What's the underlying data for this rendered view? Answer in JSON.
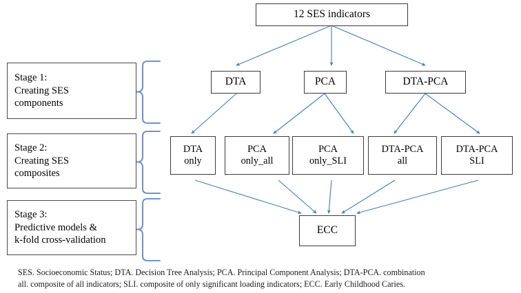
{
  "diagram": {
    "title_box": {
      "label": "12 SES indicators"
    },
    "stages": [
      {
        "id": "stage-1",
        "label": "Stage 1:\nCreating SES\ncomponents"
      },
      {
        "id": "stage-2",
        "label": "Stage 2:\nCreating SES\ncomposites"
      },
      {
        "id": "stage-3",
        "label": "Stage 3:\nPredictive models &\nk-fold cross-validation"
      }
    ],
    "row1": [
      {
        "id": "dta",
        "label": "DTA"
      },
      {
        "id": "pca",
        "label": "PCA"
      },
      {
        "id": "dta-pca",
        "label": "DTA-PCA"
      }
    ],
    "row2": [
      {
        "id": "dta-only",
        "label": "DTA\nonly"
      },
      {
        "id": "pca-only-all",
        "label": "PCA\nonly_all"
      },
      {
        "id": "pca-only-sli",
        "label": "PCA\nonly_SLI"
      },
      {
        "id": "dta-pca-all",
        "label": "DTA-PCA\nall"
      },
      {
        "id": "dta-pca-sli",
        "label": "DTA-PCA\nSLI"
      }
    ],
    "row3": [
      {
        "id": "ecc",
        "label": "ECC"
      }
    ],
    "footnote": "SES. Socioeconomic Status; DTA. Decision Tree Analysis; PCA. Principal Component Analysis; DTA-PCA. combination\nall. composite of all indicators; SLI. composite of only significant loading indicators; ECC. Early Childhood Caries.",
    "colors": {
      "arrow": "#4a7ebb",
      "brace": "#6f93c9",
      "node_border": "#3a3a3a",
      "text": "#000000",
      "background": "#ffffff"
    }
  }
}
